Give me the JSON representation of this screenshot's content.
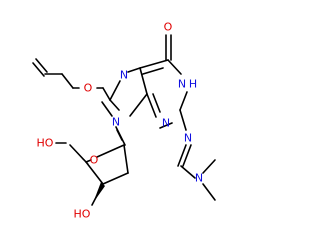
{
  "molecule": {
    "colors": {
      "bond": "#000000",
      "oxygen": "#e00000",
      "nitrogen": "#1010e0"
    },
    "labels": {
      "o_ketone": "O",
      "o_ether": "O",
      "o_ring": "O",
      "ho_5prime": "HO",
      "ho_3prime": "HO",
      "n7": "N",
      "n9": "N",
      "n1": "N",
      "h1": "H",
      "n3": "N",
      "n_exo": "N",
      "n_amidine": "N"
    }
  }
}
